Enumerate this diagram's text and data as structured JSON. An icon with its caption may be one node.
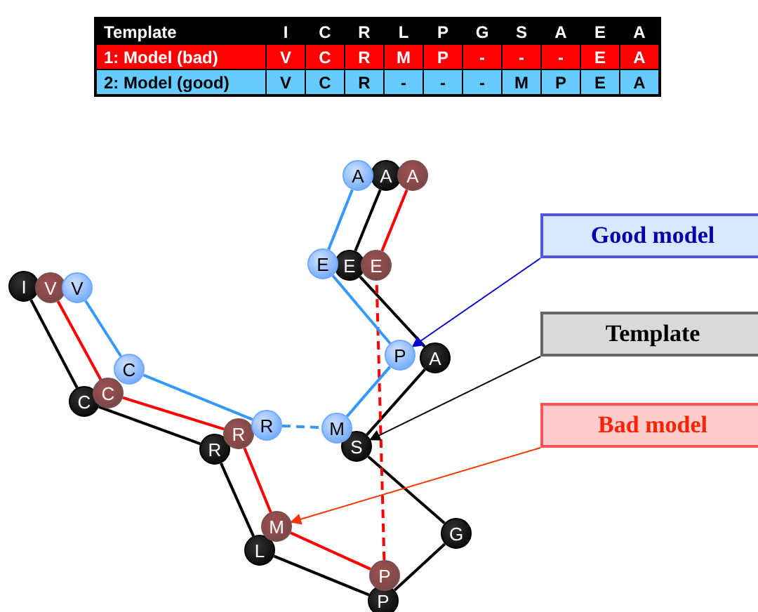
{
  "diagram": {
    "nodes": [
      {
        "text": [
          "Good model"
        ]
      },
      {
        "text": [
          "Template"
        ]
      },
      {
        "text": [
          "Bad model"
        ]
      },
      {
        "text": [
          "I"
        ]
      },
      {
        "text": [
          "C"
        ]
      },
      {
        "text": [
          "R"
        ]
      },
      {
        "text": [
          "L"
        ]
      },
      {
        "text": [
          "P"
        ]
      },
      {
        "text": [
          "G"
        ]
      },
      {
        "text": [
          "S"
        ]
      },
      {
        "text": [
          "A"
        ]
      },
      {
        "text": [
          "E"
        ]
      },
      {
        "text": [
          "A"
        ]
      },
      {
        "text": [
          "V"
        ]
      },
      {
        "text": [
          "C"
        ]
      },
      {
        "text": [
          "R"
        ]
      },
      {
        "text": [
          "M"
        ]
      },
      {
        "text": [
          "P"
        ]
      },
      {
        "text": [
          "E"
        ]
      },
      {
        "text": [
          "A"
        ]
      },
      {
        "text": [
          "V"
        ]
      },
      {
        "text": [
          "C"
        ]
      },
      {
        "text": [
          "R"
        ]
      },
      {
        "text": [
          "M"
        ]
      },
      {
        "text": [
          "P"
        ]
      },
      {
        "text": [
          "E"
        ]
      },
      {
        "text": [
          "A"
        ]
      }
    ],
    "edges": [
      {
        "from": 3,
        "to": 4,
        "arrow": "none"
      },
      {
        "from": 4,
        "to": 5,
        "arrow": "none"
      },
      {
        "from": 5,
        "to": 6,
        "arrow": "none"
      },
      {
        "from": 6,
        "to": 7,
        "arrow": "none"
      },
      {
        "from": 7,
        "to": 8,
        "arrow": "none"
      },
      {
        "from": 8,
        "to": 9,
        "arrow": "none"
      },
      {
        "from": 9,
        "to": 10,
        "arrow": "none"
      },
      {
        "from": 10,
        "to": 11,
        "arrow": "none"
      },
      {
        "from": 11,
        "to": 12,
        "arrow": "none"
      },
      {
        "from": 13,
        "to": 14,
        "arrow": "none",
        "color": "#ff0000"
      },
      {
        "from": 14,
        "to": 15,
        "arrow": "none",
        "color": "#ff0000"
      },
      {
        "from": 15,
        "to": 16,
        "arrow": "none",
        "color": "#ff0000"
      },
      {
        "from": 16,
        "to": 17,
        "arrow": "none",
        "color": "#ff0000"
      },
      {
        "from": 17,
        "to": 18,
        "arrow": "none",
        "color": "#ff0000",
        "style": "dashed"
      },
      {
        "from": 18,
        "to": 19,
        "arrow": "none",
        "color": "#ff0000"
      },
      {
        "from": 20,
        "to": 21,
        "arrow": "none",
        "color": "#3399ff"
      },
      {
        "from": 21,
        "to": 22,
        "arrow": "none",
        "color": "#3399ff"
      },
      {
        "from": 22,
        "to": 23,
        "arrow": "none",
        "color": "#3399ff",
        "style": "dashed"
      },
      {
        "from": 23,
        "to": 24,
        "arrow": "none",
        "color": "#3399ff"
      },
      {
        "from": 24,
        "to": 25,
        "arrow": "none",
        "color": "#3399ff"
      },
      {
        "from": 25,
        "to": 26,
        "arrow": "none",
        "color": "#3399ff"
      },
      {
        "from": 0,
        "to": 24,
        "arrow": "to",
        "color": "#0000cc"
      },
      {
        "from": 1,
        "to": 9,
        "arrow": "to"
      },
      {
        "from": 2,
        "to": 16,
        "arrow": "to",
        "color": "#ff3300"
      }
    ],
    "labels": [
      "Template",
      "I",
      "C",
      "R",
      "L",
      "P",
      "G",
      "S",
      "A",
      "E",
      "A",
      "1: Model (bad)",
      "V",
      "C",
      "R",
      "M",
      "P",
      "-",
      "-",
      "-",
      "E",
      "A",
      "2: Model (good)",
      "V",
      "C",
      "R",
      "-",
      "-",
      "-",
      "M",
      "P",
      "E",
      "A"
    ]
  }
}
